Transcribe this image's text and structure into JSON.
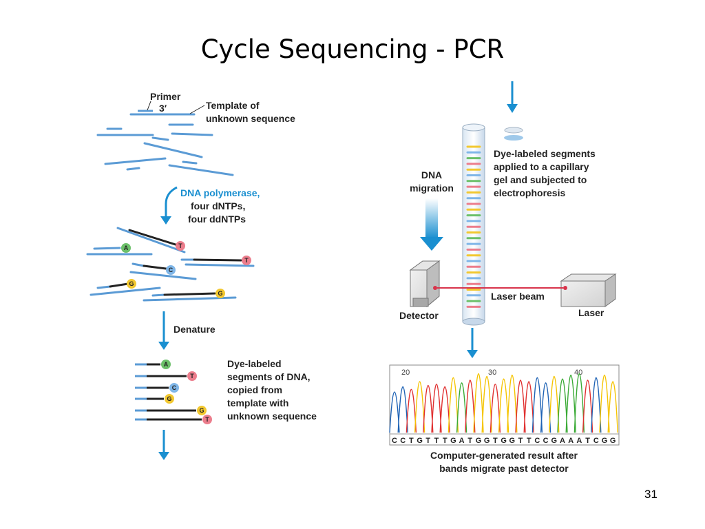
{
  "slide": {
    "title": "Cycle Sequencing - PCR",
    "number": "31"
  },
  "left_panel": {
    "primer_label": "Primer",
    "primer_end_label": "3′",
    "template_label_line1": "Template of",
    "template_label_line2": "unknown sequence",
    "step1_line1": "DNA polymerase,",
    "step1_line2": "four dNTPs,",
    "step1_line3": "four ddNTPs",
    "step2": "Denature",
    "result_line1": "Dye-labeled",
    "result_line2": "segments of DNA,",
    "result_line3": "copied from",
    "result_line4": "template with",
    "result_line5": "unknown sequence",
    "extension_bases": [
      "A",
      "T",
      "C",
      "T",
      "G",
      "G"
    ],
    "denatured_bases": [
      "A",
      "T",
      "C",
      "G",
      "G",
      "T"
    ]
  },
  "right_panel": {
    "dna_migration_line1": "DNA",
    "dna_migration_line2": "migration",
    "capillary_line1": "Dye-labeled segments",
    "capillary_line2": "applied to a capillary",
    "capillary_line3": "gel and subjected to",
    "capillary_line4": "electrophoresis",
    "laser_beam_label": "Laser beam",
    "laser_label": "Laser",
    "detector_label": "Detector",
    "chromatogram_ticks": [
      "20",
      "30",
      "40"
    ],
    "sequence": [
      "C",
      "C",
      "T",
      "G",
      "T",
      "T",
      "T",
      "G",
      "A",
      "T",
      "G",
      "G",
      "T",
      "G",
      "G",
      "T",
      "T",
      "C",
      "C",
      "G",
      "A",
      "A",
      "A",
      "T",
      "C",
      "G",
      "G"
    ],
    "caption_line1": "Computer-generated result after",
    "caption_line2": "bands migrate past detector"
  },
  "colors": {
    "strand_blue": "#5b9bd5",
    "arrow_blue": "#1a8fd0",
    "base_A": "#6cc06a",
    "base_T": "#ec7d8c",
    "base_C": "#7fb6e8",
    "base_G": "#f2c830",
    "laser_red": "#d8334a",
    "trace_green": "#3aaa35",
    "trace_blue": "#1f63b5",
    "trace_red": "#e02f2f",
    "trace_yellow": "#f5c400"
  }
}
